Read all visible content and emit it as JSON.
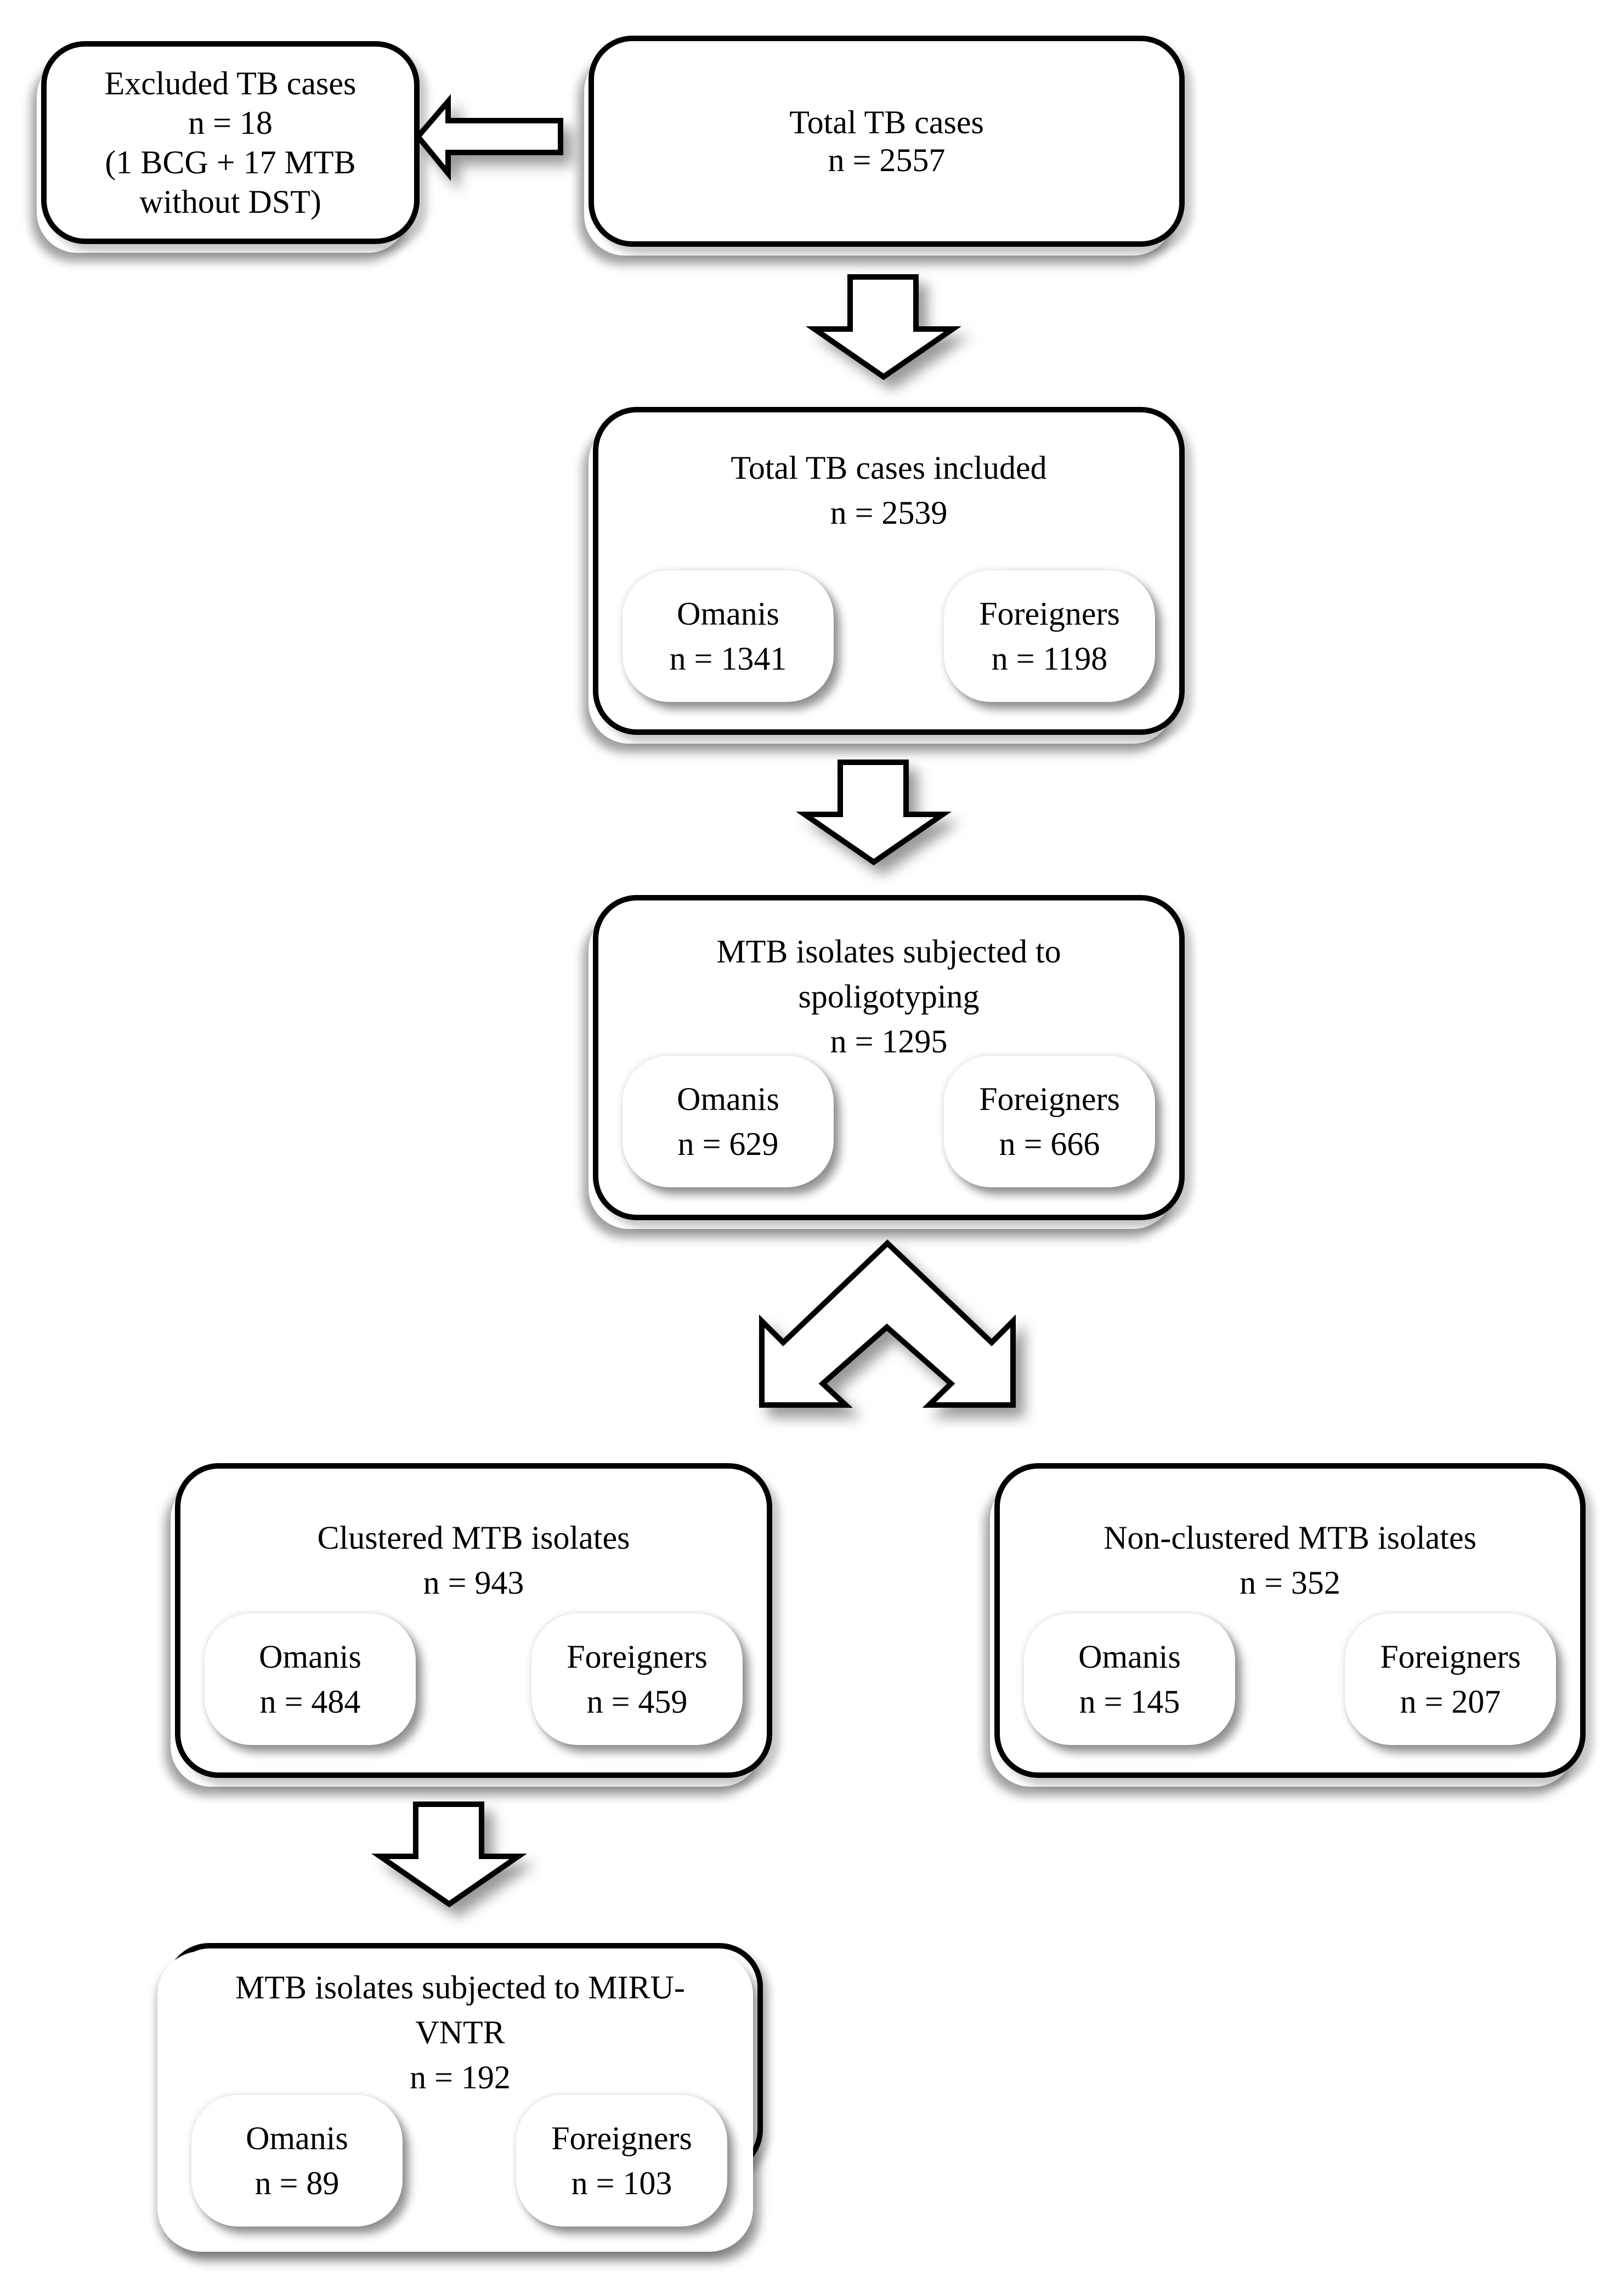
{
  "figure": {
    "type": "flowchart",
    "background": "#ffffff",
    "box_fill": "#ffffff",
    "box_border_color": "#000000",
    "text_color": "#000000"
  },
  "flow": {
    "excluded": {
      "title": "Excluded TB cases",
      "count": "n = 18",
      "detail1": "(1 BCG + 17 MTB",
      "detail2": "without DST)"
    },
    "total": {
      "title": "Total TB cases",
      "count": "n = 2557"
    },
    "included": {
      "title": "Total TB cases included",
      "count": "n = 2539",
      "omanis": {
        "label": "Omanis",
        "count": "n = 1341"
      },
      "foreigners": {
        "label": "Foreigners",
        "count": "n = 1198"
      }
    },
    "spoligotyping": {
      "title_line1": "MTB isolates subjected to",
      "title_line2": "spoligotyping",
      "count": "n = 1295",
      "omanis": {
        "label": "Omanis",
        "count": "n = 629"
      },
      "foreigners": {
        "label": "Foreigners",
        "count": "n = 666"
      }
    },
    "clustered": {
      "title": "Clustered MTB isolates",
      "count": "n = 943",
      "omanis": {
        "label": "Omanis",
        "count": "n = 484"
      },
      "foreigners": {
        "label": "Foreigners",
        "count": "n = 459"
      }
    },
    "nonclustered": {
      "title": "Non-clustered MTB isolates",
      "count": "n = 352",
      "omanis": {
        "label": "Omanis",
        "count": "n = 145"
      },
      "foreigners": {
        "label": "Foreigners",
        "count": "n = 207"
      }
    },
    "miru": {
      "title_line1": "MTB isolates subjected to MIRU-",
      "title_line2": "VNTR",
      "count": "n = 192",
      "omanis": {
        "label": "Omanis",
        "count": "n = 89"
      },
      "foreigners": {
        "label": "Foreigners",
        "count": "n = 103"
      }
    }
  }
}
